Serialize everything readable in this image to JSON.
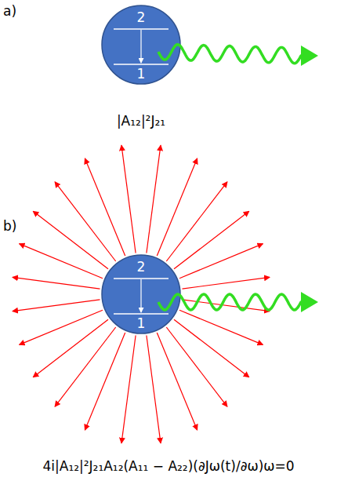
{
  "diagram": {
    "nodes": [
      {
        "text": [
          "2",
          "1"
        ]
      },
      {
        "text": [
          "2",
          "1"
        ]
      }
    ],
    "labels": [
      "a)",
      "|A₁₂|²J₂₁",
      "b)",
      "4i|A₁₂|²J₂₁A₁₂(A₁₁ − A₂₂)(∂Jω(t)/∂ω)ω=0"
    ]
  }
}
